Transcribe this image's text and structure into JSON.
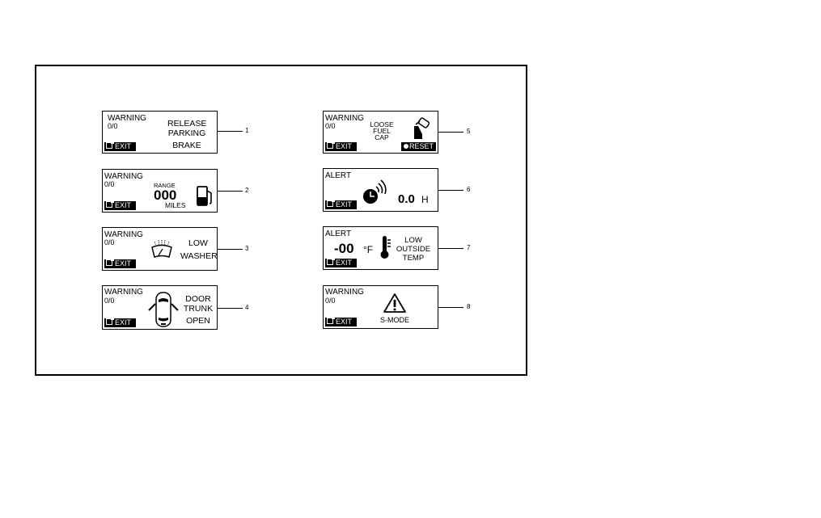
{
  "panels": [
    {
      "header": "WARNING",
      "sub": "0/0",
      "lines": [
        "RELEASE",
        "PARKING",
        "BRAKE"
      ],
      "exit": "EXIT",
      "callout": "1"
    },
    {
      "header": "WARNING",
      "sub": "0/0",
      "range_label": "RANGE",
      "range_value": "000",
      "range_unit": "MILES",
      "exit": "EXIT",
      "callout": "2",
      "icon": "fuel-pump-icon"
    },
    {
      "header": "WARNING",
      "sub": "0/0",
      "lines": [
        "LOW",
        "WASHER"
      ],
      "exit": "EXIT",
      "callout": "3",
      "icon": "windshield-washer-icon"
    },
    {
      "header": "WARNING",
      "sub": "0/0",
      "lines": [
        "DOOR",
        "TRUNK",
        "OPEN"
      ],
      "exit": "EXIT",
      "callout": "4",
      "icon": "car-top-view-icon"
    },
    {
      "header": "WARNING",
      "sub": "0/0",
      "lines": [
        "LOOSE",
        "FUEL",
        "CAP"
      ],
      "exit": "EXIT",
      "reset": "RESET",
      "callout": "5",
      "icon": "fuel-cap-icon"
    },
    {
      "header": "ALERT",
      "value": "0.0",
      "unit": "H",
      "exit": "EXIT",
      "callout": "6",
      "icon": "timer-alarm-icon"
    },
    {
      "header": "ALERT",
      "value": "-00",
      "unit": "°F",
      "lines": [
        "LOW",
        "OUTSIDE",
        "TEMP"
      ],
      "exit": "EXIT",
      "callout": "7",
      "icon": "thermometer-icon"
    },
    {
      "header": "WARNING",
      "sub": "0/0",
      "lines": [
        "S-MODE"
      ],
      "exit": "EXIT",
      "callout": "8",
      "icon": "warning-triangle-icon"
    }
  ]
}
